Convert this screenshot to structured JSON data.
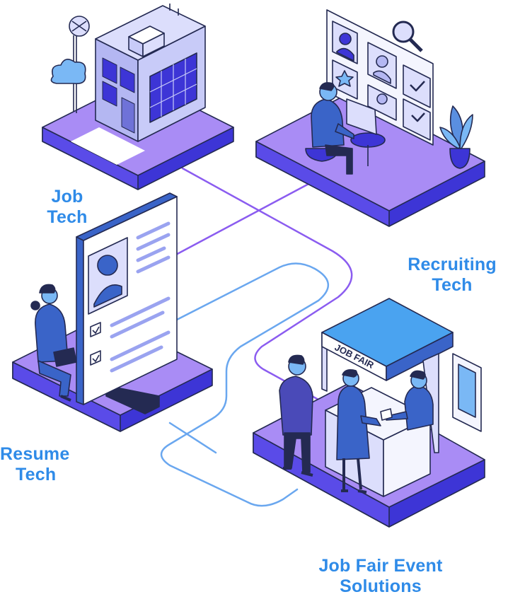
{
  "labels": {
    "job_tech": [
      "Job",
      "Tech"
    ],
    "recruiting_tech": [
      "Recruiting",
      "Tech"
    ],
    "resume_tech": [
      "Resume",
      "Tech"
    ],
    "job_fair": [
      "Job Fair Event",
      "Solutions"
    ]
  },
  "sign_text": "JOB FAIR",
  "colors": {
    "label_blue": "#2f8be8",
    "platform_top": "#a98cf5",
    "platform_side": "#3d35d6",
    "platform_edge": "#5a4be8",
    "line_purple": "#8b5cf0",
    "line_blue": "#6aa7ef",
    "outline": "#242a52",
    "figure_blue": "#3a64c8",
    "building": "#b4b7f2",
    "booth_roof": "#4aa3f0"
  }
}
